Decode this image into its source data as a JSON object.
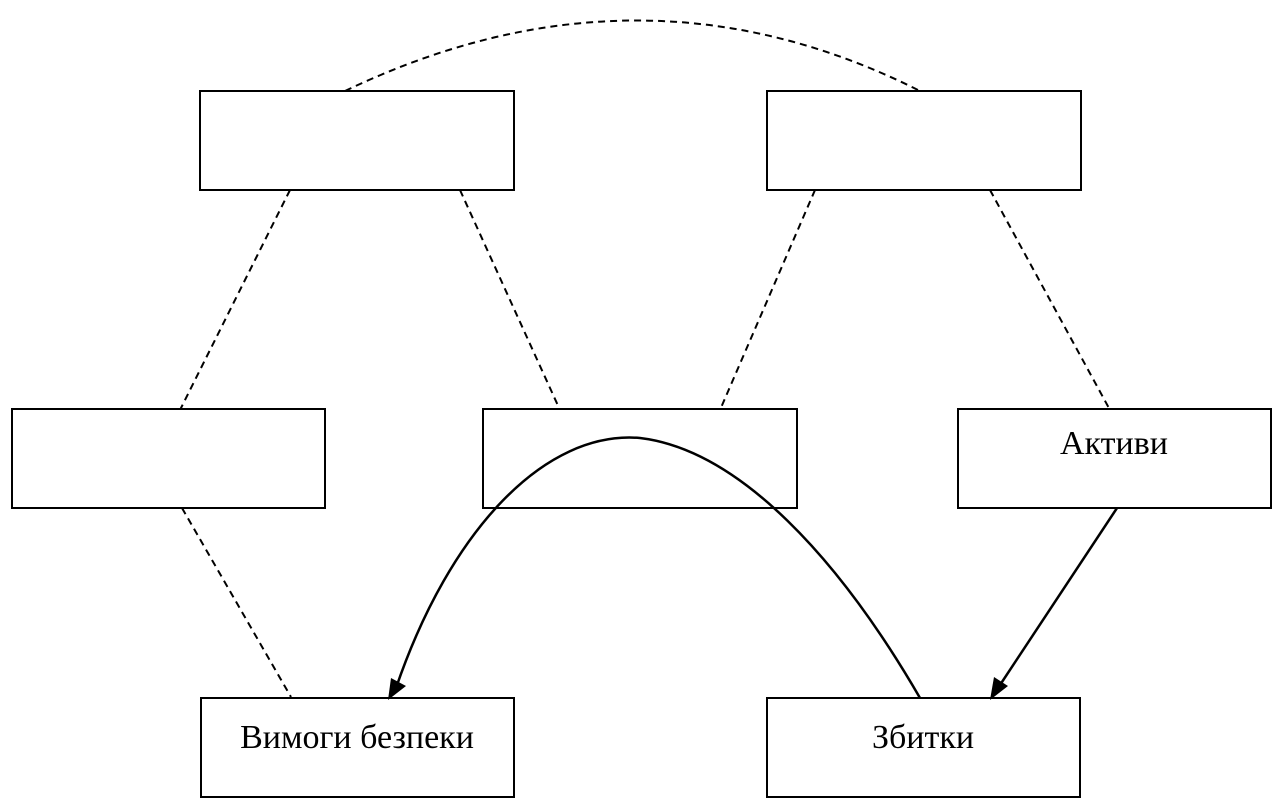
{
  "diagram": {
    "nodes": {
      "top_left": {
        "label": ""
      },
      "top_right": {
        "label": ""
      },
      "mid_left": {
        "label": ""
      },
      "mid_center": {
        "label": ""
      },
      "mid_right": {
        "label": "Активи"
      },
      "bottom_left": {
        "label": "Вимоги безпеки"
      },
      "bottom_right": {
        "label": "Збитки"
      }
    },
    "edges": [
      {
        "from": "top_left",
        "to": "top_right",
        "style": "dashed"
      },
      {
        "from": "top_left",
        "to": "mid_left",
        "style": "dashed"
      },
      {
        "from": "top_left",
        "to": "mid_center",
        "style": "dashed"
      },
      {
        "from": "top_right",
        "to": "mid_center",
        "style": "dashed"
      },
      {
        "from": "top_right",
        "to": "mid_right",
        "style": "dashed"
      },
      {
        "from": "mid_left",
        "to": "bottom_left",
        "style": "dashed"
      },
      {
        "from": "mid_right",
        "to": "bottom_right",
        "style": "solid-arrow"
      },
      {
        "from": "bottom_right",
        "to": "bottom_left",
        "style": "solid-arrow"
      }
    ]
  }
}
